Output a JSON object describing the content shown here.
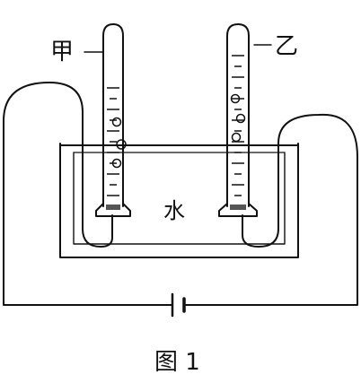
{
  "labels": {
    "tube_left": "甲",
    "tube_right": "乙",
    "water": "水",
    "caption": "图 1"
  },
  "colors": {
    "stroke": "#111111",
    "electrode": "#555555",
    "background": "#ffffff"
  }
}
